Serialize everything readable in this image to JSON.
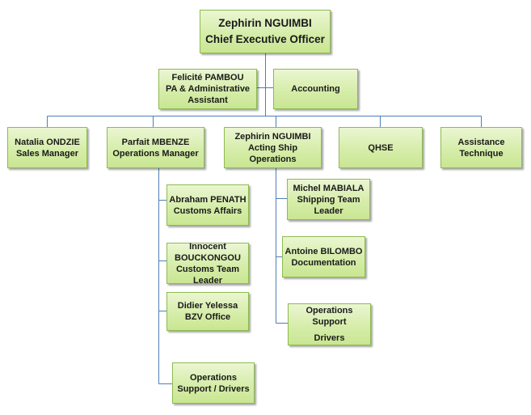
{
  "chart": {
    "ceo": {
      "name": "Zephirin NGUIMBI",
      "title": "Chief Executive Officer"
    },
    "assistant": {
      "name": "Felicité  PAMBOU",
      "title": "PA & Administrative Assistant"
    },
    "accounting": {
      "title": "Accounting"
    },
    "sales": {
      "name": "Natalia ONDZIE",
      "title": "Sales Manager"
    },
    "operations_manager": {
      "name": "Parfait MBENZE",
      "title": "Operations Manager"
    },
    "ship_operations": {
      "name": "Zephirin NGUIMBI",
      "title": "Acting Ship Operations"
    },
    "qhse": {
      "title": "QHSE"
    },
    "assistance": {
      "title": "Assistance Technique"
    },
    "customs_affairs": {
      "name": "Abraham PENATH",
      "title": "Customs Affairs"
    },
    "customs_team": {
      "name": "Innocent BOUCKONGOU",
      "title": "Customs Team Leader"
    },
    "bzv_office": {
      "name": "Didier Yelessa",
      "title": "BZV Office"
    },
    "ops_support_drivers": {
      "title": "Operations Support  / Drivers"
    },
    "shipping_team": {
      "name": "Michel MABIALA",
      "title": "Shipping Team Leader"
    },
    "documentation": {
      "name": "Antoine BILOMBO",
      "title": "Documentation"
    },
    "ops_support": {
      "title": "Operations Support",
      "subtitle": "Drivers"
    }
  }
}
